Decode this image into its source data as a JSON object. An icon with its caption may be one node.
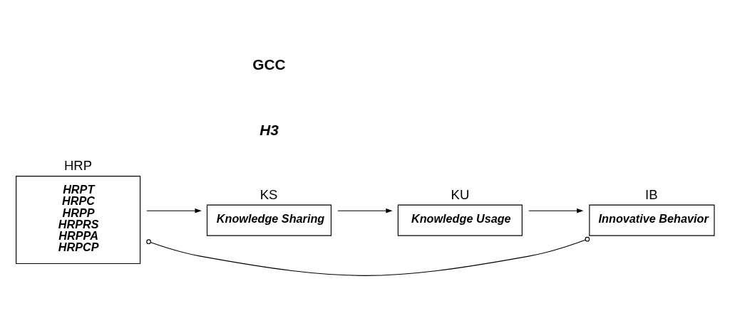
{
  "diagram": {
    "nodes": [
      {
        "text": [
          "HRP",
          "HRPT",
          "HRPC",
          "HRPP",
          "HRPRS",
          "HRPPA",
          "HRPCP"
        ]
      },
      {
        "text": [
          "KS",
          "Knowledge Sharing"
        ]
      },
      {
        "text": [
          "KU",
          "Knowledge Usage"
        ]
      },
      {
        "text": [
          "IB",
          "Innovative Behavior"
        ]
      }
    ],
    "edges": [
      {
        "from": 0,
        "to": 1,
        "arrow": "to"
      },
      {
        "from": 1,
        "to": 2,
        "arrow": "to"
      },
      {
        "from": 2,
        "to": 3,
        "arrow": "to"
      },
      {
        "from": 0,
        "to": 3,
        "arrow": "other"
      }
    ],
    "labels": [
      "GCC",
      "H3"
    ]
  }
}
